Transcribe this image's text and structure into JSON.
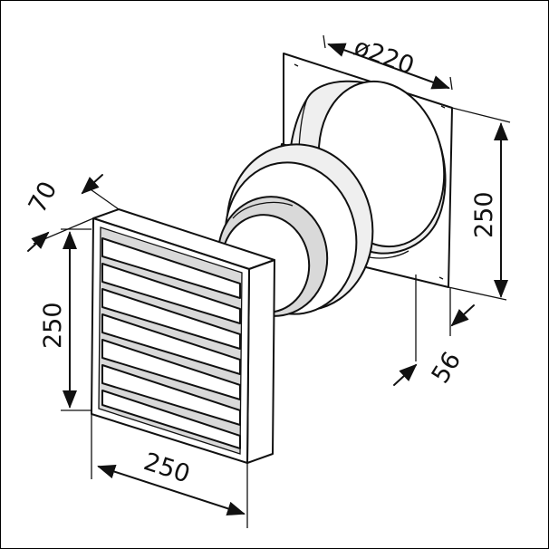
{
  "dimensions": {
    "pipe_diameter": "ø220",
    "plate_height": "250",
    "wall_thickness": "56",
    "grille_depth": "70",
    "grille_height": "250",
    "grille_width": "250"
  }
}
